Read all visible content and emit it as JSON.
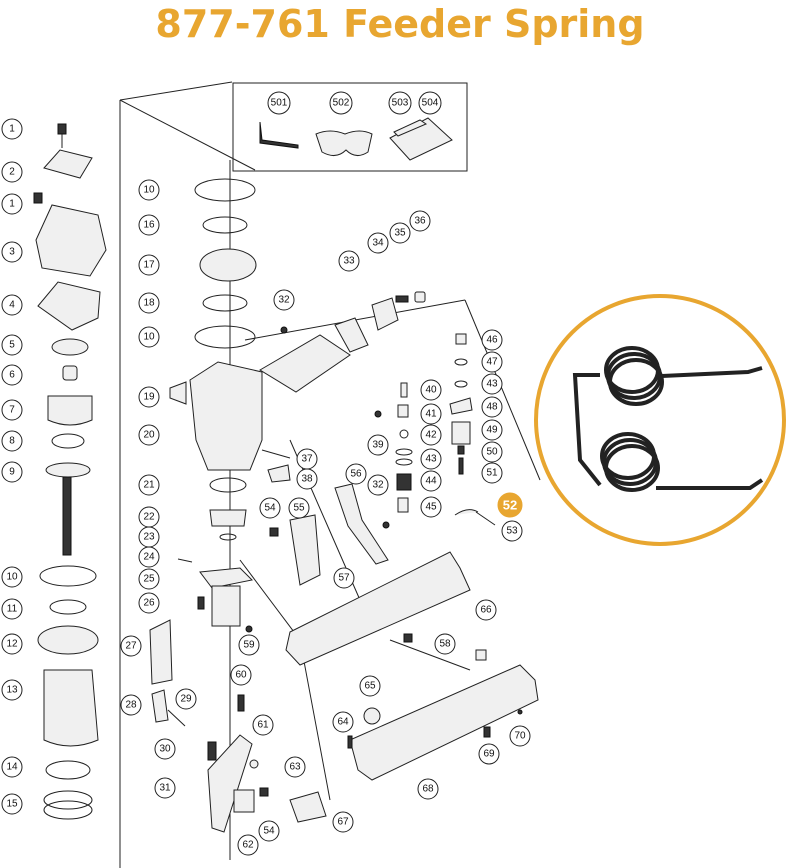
{
  "title": "877-761 Feeder Spring",
  "colors": {
    "accent": "#e8a630",
    "line": "#222222"
  },
  "highlight_label": "52",
  "callouts": [
    {
      "id": "c1a",
      "label": "1"
    },
    {
      "id": "c2",
      "label": "2"
    },
    {
      "id": "c1b",
      "label": "1"
    },
    {
      "id": "c3",
      "label": "3"
    },
    {
      "id": "c4",
      "label": "4"
    },
    {
      "id": "c5",
      "label": "5"
    },
    {
      "id": "c6",
      "label": "6"
    },
    {
      "id": "c7",
      "label": "7"
    },
    {
      "id": "c8",
      "label": "8"
    },
    {
      "id": "c9",
      "label": "9"
    },
    {
      "id": "c10a",
      "label": "10"
    },
    {
      "id": "c11",
      "label": "11"
    },
    {
      "id": "c12",
      "label": "12"
    },
    {
      "id": "c13",
      "label": "13"
    },
    {
      "id": "c14",
      "label": "14"
    },
    {
      "id": "c15",
      "label": "15"
    },
    {
      "id": "c10b",
      "label": "10"
    },
    {
      "id": "c16",
      "label": "16"
    },
    {
      "id": "c17",
      "label": "17"
    },
    {
      "id": "c18",
      "label": "18"
    },
    {
      "id": "c10c",
      "label": "10"
    },
    {
      "id": "c19",
      "label": "19"
    },
    {
      "id": "c20",
      "label": "20"
    },
    {
      "id": "c21",
      "label": "21"
    },
    {
      "id": "c22",
      "label": "22"
    },
    {
      "id": "c23",
      "label": "23"
    },
    {
      "id": "c24",
      "label": "24"
    },
    {
      "id": "c25",
      "label": "25"
    },
    {
      "id": "c26",
      "label": "26"
    },
    {
      "id": "c27",
      "label": "27"
    },
    {
      "id": "c28",
      "label": "28"
    },
    {
      "id": "c29",
      "label": "29"
    },
    {
      "id": "c30",
      "label": "30"
    },
    {
      "id": "c31",
      "label": "31"
    },
    {
      "id": "c32a",
      "label": "32"
    },
    {
      "id": "c33",
      "label": "33"
    },
    {
      "id": "c34",
      "label": "34"
    },
    {
      "id": "c35",
      "label": "35"
    },
    {
      "id": "c36",
      "label": "36"
    },
    {
      "id": "c37",
      "label": "37"
    },
    {
      "id": "c38",
      "label": "38"
    },
    {
      "id": "c39",
      "label": "39"
    },
    {
      "id": "c40",
      "label": "40"
    },
    {
      "id": "c41",
      "label": "41"
    },
    {
      "id": "c42",
      "label": "42"
    },
    {
      "id": "c43a",
      "label": "43"
    },
    {
      "id": "c43b",
      "label": "43"
    },
    {
      "id": "c44",
      "label": "44"
    },
    {
      "id": "c45",
      "label": "45"
    },
    {
      "id": "c46",
      "label": "46"
    },
    {
      "id": "c47",
      "label": "47"
    },
    {
      "id": "c48",
      "label": "48"
    },
    {
      "id": "c49",
      "label": "49"
    },
    {
      "id": "c50",
      "label": "50"
    },
    {
      "id": "c51",
      "label": "51"
    },
    {
      "id": "c53",
      "label": "53"
    },
    {
      "id": "c54a",
      "label": "54"
    },
    {
      "id": "c55",
      "label": "55"
    },
    {
      "id": "c56",
      "label": "56"
    },
    {
      "id": "c32b",
      "label": "32"
    },
    {
      "id": "c57",
      "label": "57"
    },
    {
      "id": "c58",
      "label": "58"
    },
    {
      "id": "c59",
      "label": "59"
    },
    {
      "id": "c60",
      "label": "60"
    },
    {
      "id": "c61",
      "label": "61"
    },
    {
      "id": "c62",
      "label": "62"
    },
    {
      "id": "c54b",
      "label": "54"
    },
    {
      "id": "c63",
      "label": "63"
    },
    {
      "id": "c64",
      "label": "64"
    },
    {
      "id": "c65",
      "label": "65"
    },
    {
      "id": "c66",
      "label": "66"
    },
    {
      "id": "c67",
      "label": "67"
    },
    {
      "id": "c68",
      "label": "68"
    },
    {
      "id": "c69",
      "label": "69"
    },
    {
      "id": "c70",
      "label": "70"
    },
    {
      "id": "c501",
      "label": "501"
    },
    {
      "id": "c502",
      "label": "502"
    },
    {
      "id": "c503",
      "label": "503"
    },
    {
      "id": "c504",
      "label": "504"
    }
  ]
}
